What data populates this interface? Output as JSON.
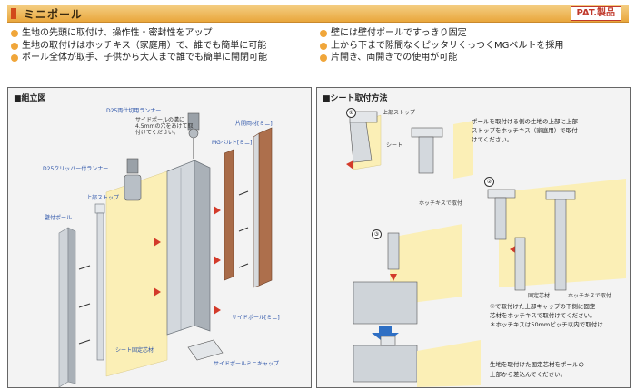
{
  "header": {
    "title": "ミニポール",
    "badge": "PAT.製品"
  },
  "features": {
    "left": [
      "生地の先頭に取付け、操作性・密封性をアップ",
      "生地の取付けはホッチキス（家庭用）で、誰でも簡単に可能",
      "ポール全体が取手、子供から大人まで誰でも簡単に開閉可能"
    ],
    "right": [
      "壁には壁付ポールですっきり固定",
      "上から下まで隙間なくピッタリくっつくMGベルトを採用",
      "片開き、両開きでの使用が可能"
    ]
  },
  "assembly": {
    "heading": "■組立図",
    "labels": {
      "runner_d25_ceiling": "D25両仕切用ランナー",
      "runner_note": "サイドポールの溝に\n4.5ｍｍの穴をあけて取\n付けてください。",
      "mg_belt": "MGベルト[ミニ]",
      "side_stile": "片開両材[ミニ]",
      "runner_d25_clipper": "D25クリッパー付ランナー",
      "top_stop": "上部ストップ",
      "wall_pole": "壁付ポール",
      "side_pole": "サイドポール[ミニ]",
      "sheet_fix_core": "シート固定芯材",
      "side_pole_cap": "サイドポールミニキャップ"
    }
  },
  "sheet": {
    "heading": "■シート取付方法",
    "steps": [
      "①",
      "②",
      "③"
    ],
    "labels": {
      "top_stop": "上部ストップ",
      "sheet": "シート",
      "stapler_fix": "ホッチキスで取付",
      "core": "固定芯材",
      "stapler_fix_2": "ホッチキスで取付"
    },
    "notes": {
      "n1": "ポールを取付ける側の生地の上部に上部\nストップをホッチキス（家庭用）で取付\nけてください。",
      "n2a": "①で取付けた上部キャップの下側に固定",
      "n2b": "芯材をホッチキスで取付けてください。",
      "n2c": "＊ホッチキスは50mmピッチ以内で取付け",
      "n3a": "生地を取付けた固定芯材をポールの",
      "n3b": "上部から差込んでください。"
    }
  },
  "colors": {
    "title_bar": "#eba83e",
    "bullet": "#f0a63a",
    "accent_red": "#c0392b",
    "sheet": "#fbefb6",
    "belt": "#a86b48",
    "metal": "#c7cdd3"
  }
}
